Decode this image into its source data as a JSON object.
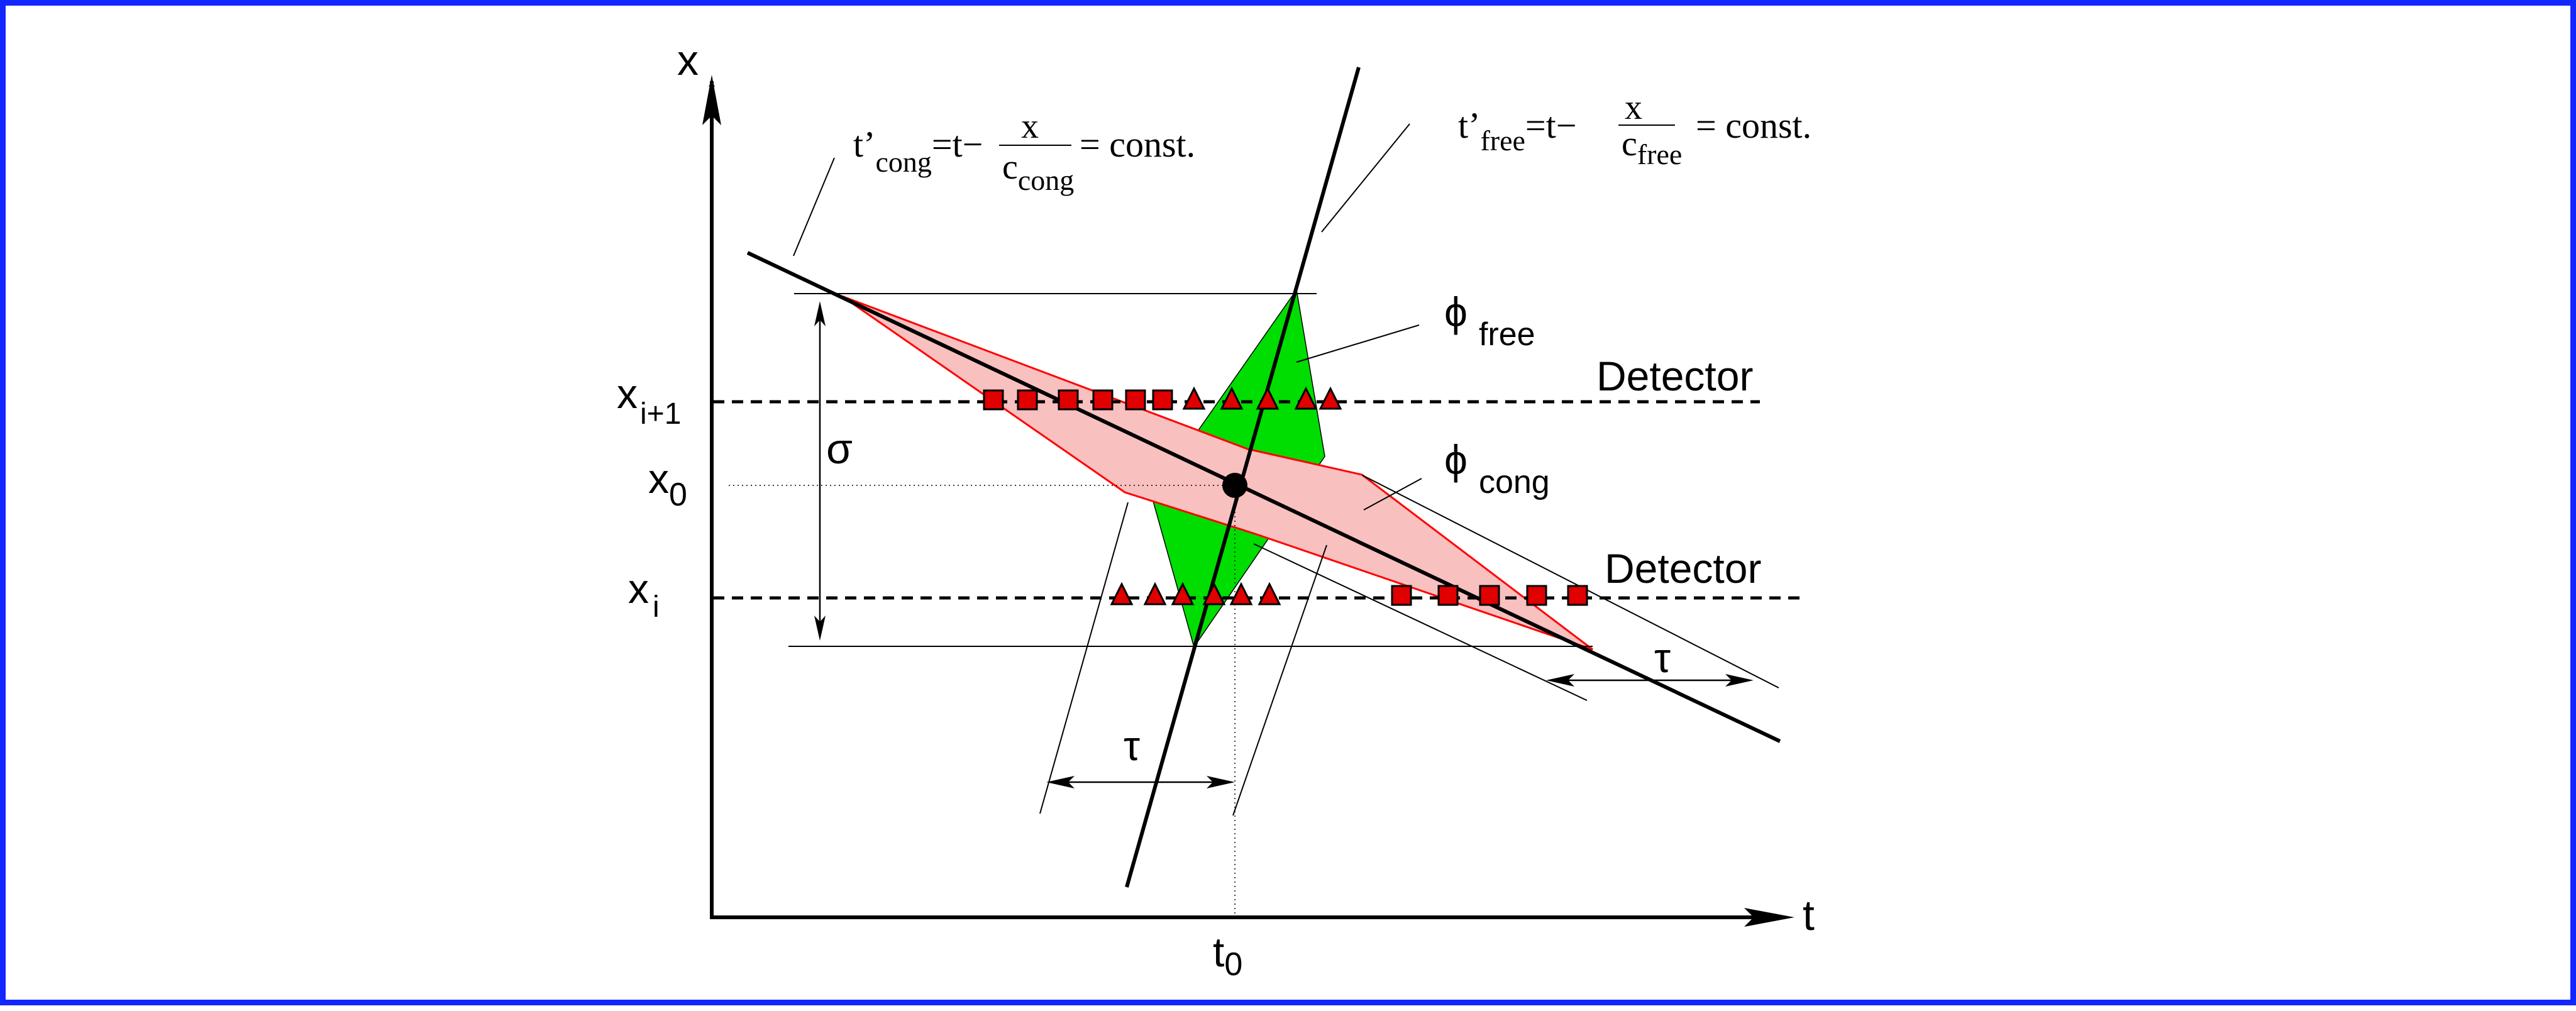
{
  "axes": {
    "x_axis_label": "t",
    "y_axis_label": "x",
    "t0_label": "t",
    "t0_sub": "0"
  },
  "y_levels": {
    "upper_label": "x",
    "upper_sub": "i+1",
    "middle_label": "x",
    "middle_sub": "0",
    "lower_label": "x",
    "lower_sub": "i"
  },
  "detectors": {
    "upper_label": "Detector",
    "lower_label": "Detector"
  },
  "annotations": {
    "sigma": "σ",
    "tau_left": "τ",
    "tau_right": "τ",
    "phi_free_symbol": "ϕ",
    "phi_free_sub": "free",
    "phi_cong_symbol": "ϕ",
    "phi_cong_sub": "cong"
  },
  "equations": {
    "cong": {
      "lhs": "t’",
      "lhs_sub": "cong",
      "mid": "=t−",
      "numerator": "x",
      "denominator": "c",
      "denominator_sub": "cong",
      "rhs": "= const."
    },
    "free": {
      "lhs": "t’",
      "lhs_sub": "free",
      "mid": "=t−",
      "numerator": "x",
      "denominator": "c",
      "denominator_sub": "free",
      "rhs": "= const."
    }
  },
  "colors": {
    "frame": "#1226ff",
    "free_region": "#00dd00",
    "cong_region": "#f9c0c0",
    "cong_outline": "#ff0000",
    "marker_fill": "#e00000"
  },
  "markers": {
    "upper_row": [
      "square",
      "square",
      "square",
      "square",
      "square",
      "square",
      "triangle",
      "triangle",
      "triangle",
      "triangle",
      "triangle"
    ],
    "lower_row_left": [
      "triangle",
      "triangle",
      "triangle",
      "triangle",
      "triangle",
      "triangle"
    ],
    "lower_row_right": [
      "square",
      "square",
      "square",
      "square",
      "square"
    ]
  }
}
